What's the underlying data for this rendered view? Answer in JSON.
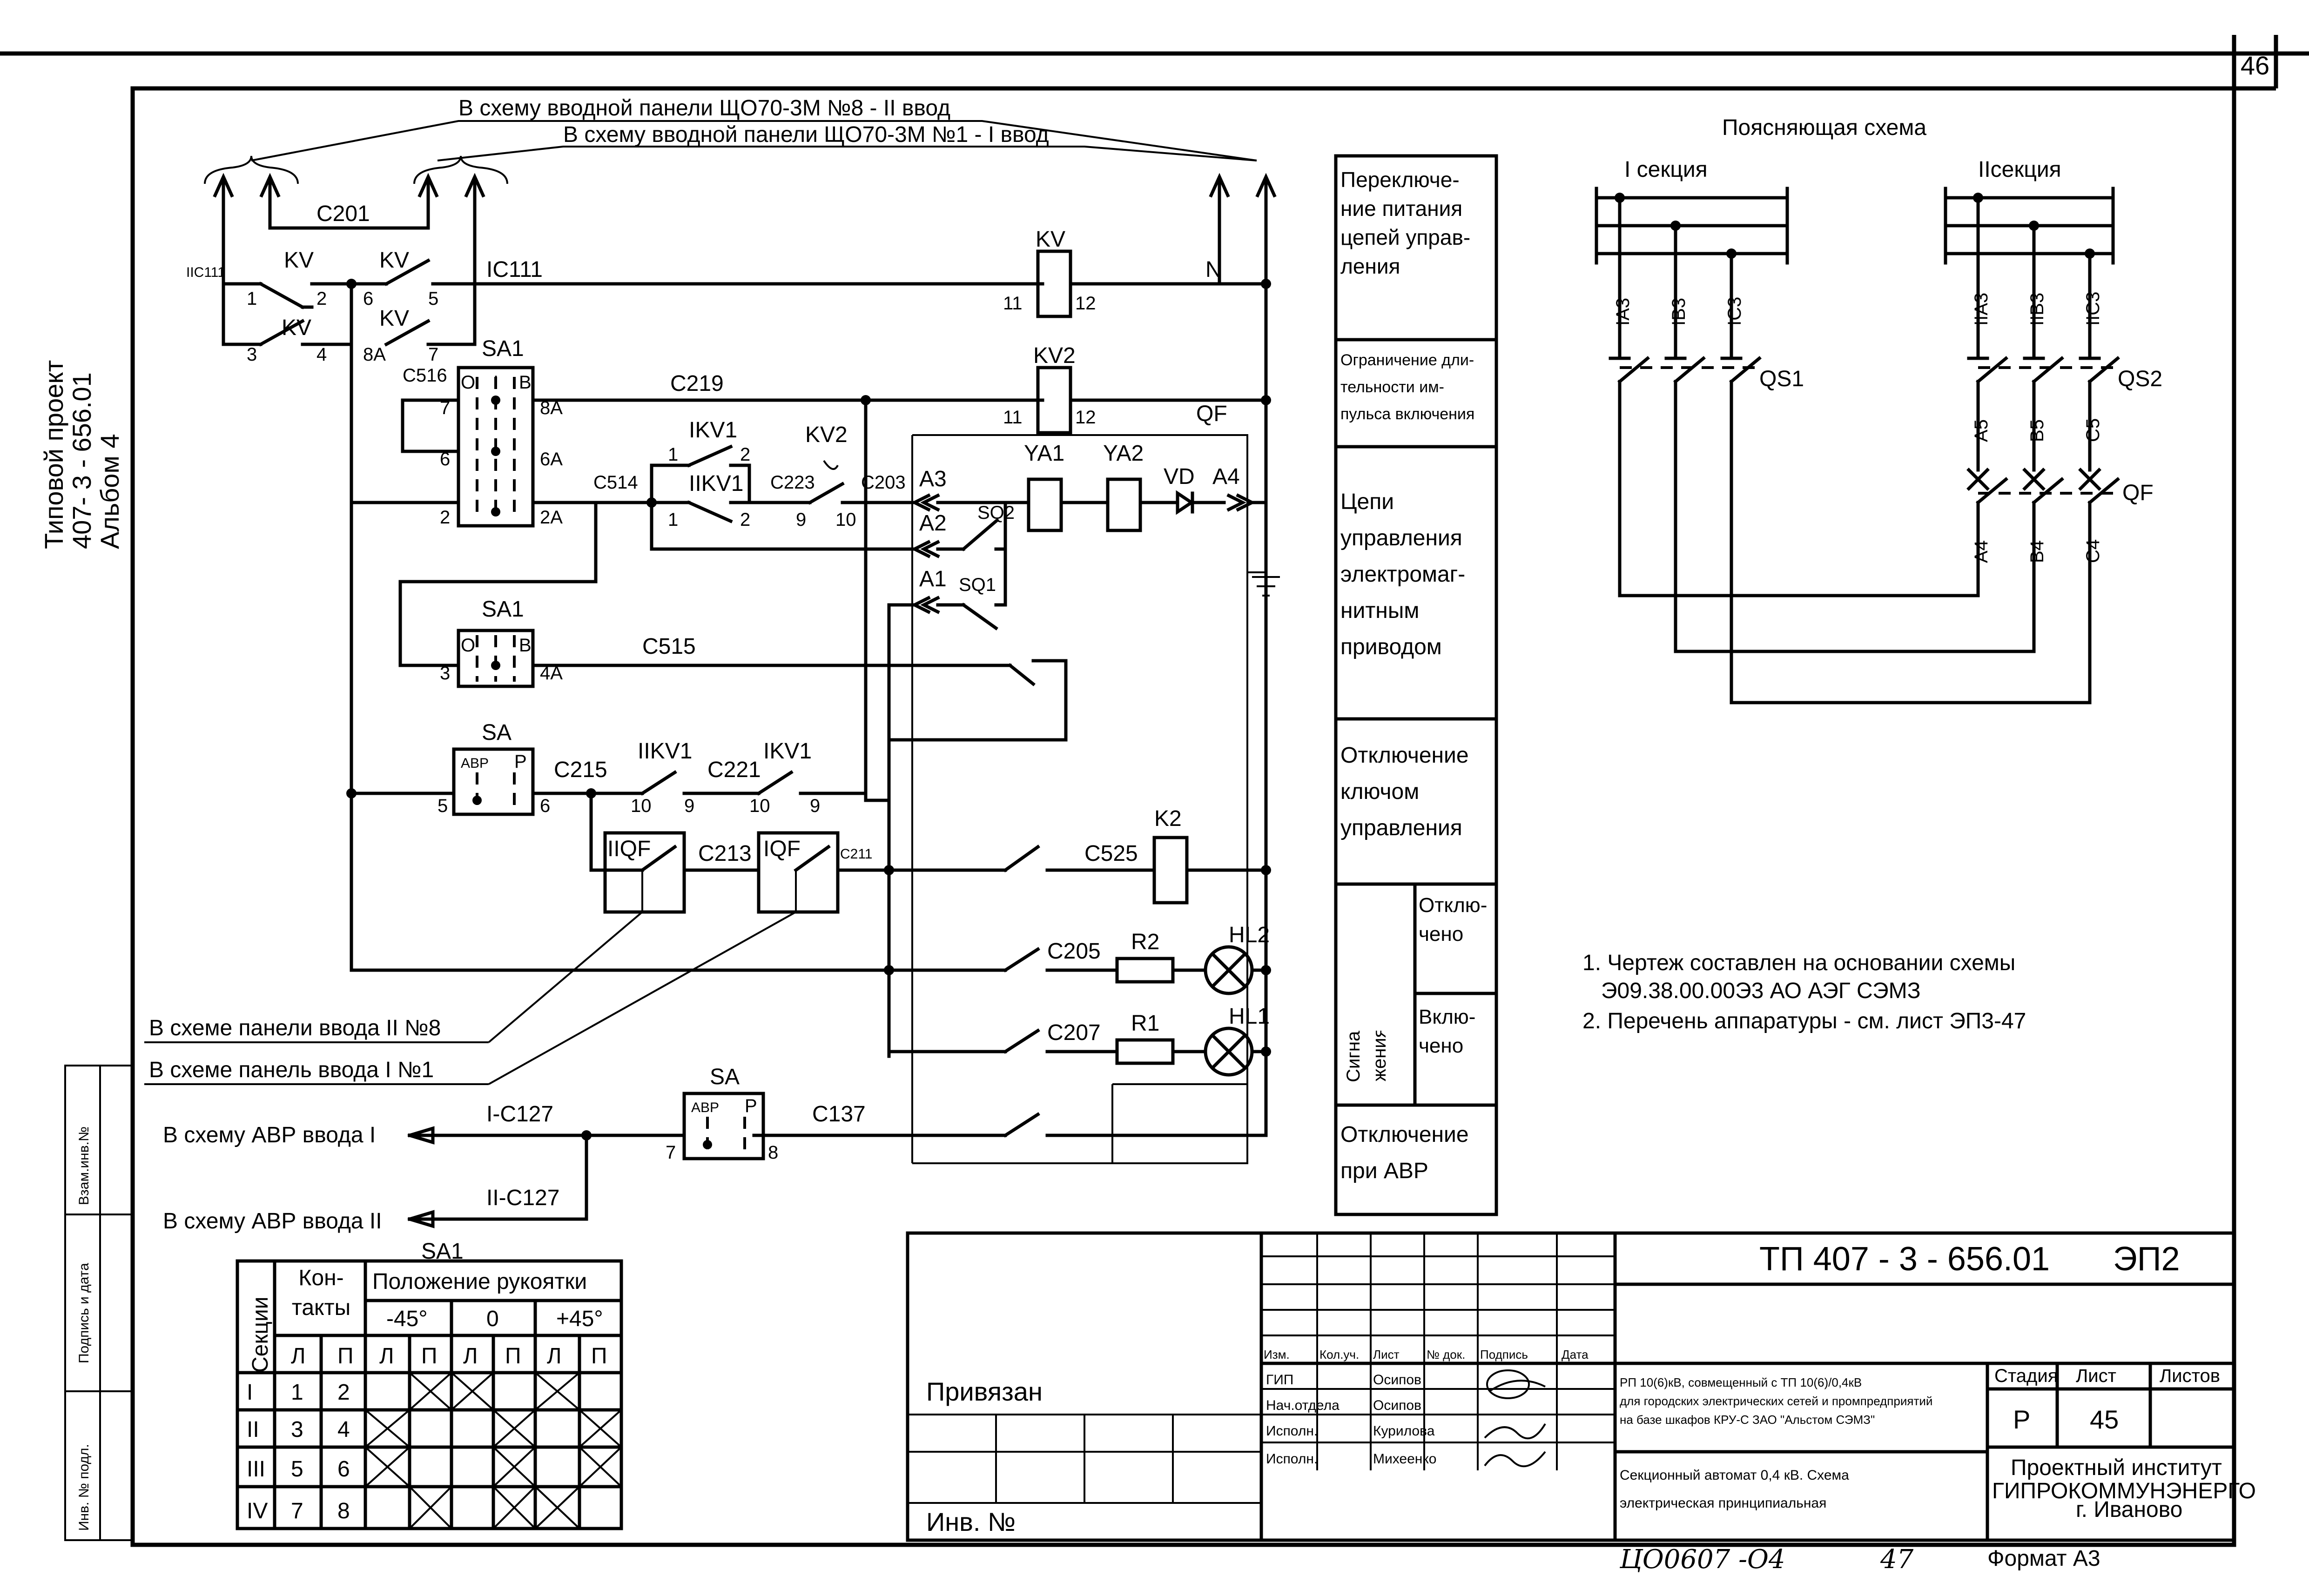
{
  "sheet_number": "46",
  "side_stamp": {
    "line1": "Типовой проект",
    "line2": "407- 3 - 656.01",
    "line3": "Альбом 4",
    "field_vzam": "Взам.инв.№",
    "field_podpis": "Подпись и дата",
    "field_inv": "Инв. № подл."
  },
  "top_labels": {
    "panel8": "В схему вводной панели ЩО70-3М №8 - II ввод",
    "panel1": "В схему вводной панели ЩО70-3М №1 - I ввод"
  },
  "wire_labels": {
    "c201": "C201",
    "iic111": "IIC111",
    "ic111": "IC111",
    "n": "N",
    "c516": "C516",
    "c219": "C219",
    "qf": "QF",
    "c514": "C514",
    "c223": "C223",
    "c203": "C203",
    "c515": "C515",
    "c215": "C215",
    "c221": "C221",
    "c213": "C213",
    "c211": "C211",
    "c525": "C525",
    "c205": "C205",
    "c207": "C207",
    "c137": "C137",
    "ic127": "I-C127",
    "iic127": "II-C127"
  },
  "components": {
    "kv": "KV",
    "kv2": "KV2",
    "sa1": "SA1",
    "sa": "SA",
    "ikv1": "IKV1",
    "iikv1": "IIKV1",
    "ya1": "YA1",
    "ya2": "YA2",
    "vd": "VD",
    "sq1": "SQ1",
    "sq2": "SQ2",
    "k2": "K2",
    "r1": "R1",
    "r2": "R2",
    "hl1": "HL1",
    "hl2": "HL2",
    "iqf": "IQF",
    "iiqf": "IIQF",
    "a1": "A1",
    "a2": "A2",
    "a3": "A3",
    "a4": "A4",
    "sa_abp": "АВР",
    "sa_r": "Р",
    "sa1_o": "О",
    "sa1_i": "I",
    "sa1_v": "В"
  },
  "terminals": [
    "1",
    "2",
    "3",
    "4",
    "5",
    "6",
    "7",
    "8",
    "6",
    "7",
    "8A",
    "6A",
    "2A",
    "4A",
    "2",
    "3",
    "5",
    "6",
    "7",
    "8",
    "9",
    "10",
    "11",
    "12"
  ],
  "external_labels": {
    "panel_ii": "В схеме панели ввода II №8",
    "panel_i": "В схеме панель ввода I №1",
    "avr_i": "В схему АВР ввода I",
    "avr_ii": "В схему АВР ввода II"
  },
  "function_column": [
    "Переключе-\nние питания\nцепей управ-\nления",
    "Ограничение дли-\nтельности им-\nпульса включения",
    "Цепи\nуправления\nэлектромаг-\nнитным\nприводом",
    "Отключение\nключом\nуправления",
    "Отклю-\nчено",
    "Вклю-\nчено",
    "Отключение\nпри АВР"
  ],
  "signal_group": "Сигнализация поло-\nжения выключателя",
  "explanatory": {
    "title": "Поясняющая схема",
    "section1": "I секция",
    "section2": "IIсекция",
    "labels": [
      "IA3",
      "IB3",
      "IC3",
      "IIA3",
      "IIB3",
      "IIC3",
      "A5",
      "B5",
      "C5",
      "A4",
      "B4",
      "C4"
    ],
    "qs1": "QS1",
    "qs2": "QS2",
    "qf": "QF"
  },
  "notes": [
    "1. Чертеж составлен на основании схемы",
    "Э09.38.00.00Э3 АО АЭГ СЭМЗ",
    "2. Перечень аппаратуры - см. лист ЭП3-47"
  ],
  "sa1_table": {
    "title": "SA1",
    "header_sections": "Секции",
    "header_contacts": "Кон-\nтакты",
    "header_position": "Положение рукоятки",
    "positions": [
      "-45°",
      "0",
      "+45°"
    ],
    "lr": [
      "Л",
      "П"
    ],
    "rows": [
      {
        "section": "I",
        "l": "1",
        "r": "2",
        "marks": [
          false,
          true,
          true,
          false,
          true,
          false
        ]
      },
      {
        "section": "II",
        "l": "3",
        "r": "4",
        "marks": [
          true,
          false,
          false,
          true,
          false,
          true
        ]
      },
      {
        "section": "III",
        "l": "5",
        "r": "6",
        "marks": [
          true,
          false,
          false,
          true,
          false,
          true
        ]
      },
      {
        "section": "IV",
        "l": "7",
        "r": "8",
        "marks": [
          false,
          true,
          false,
          true,
          true,
          false
        ]
      }
    ]
  },
  "title_block": {
    "doc_code": "ТП  407 - 3 - 656.01",
    "doc_sheet_code": "ЭП2",
    "privyazan": "Привязан",
    "inv_no": "Инв. №",
    "headers": [
      "Изм.",
      "Кол.уч.",
      "Лист",
      "№ док.",
      "Подпись",
      "Дата"
    ],
    "roles": [
      {
        "role": "ГИП",
        "name": "Осипов"
      },
      {
        "role": "Нач.отдела",
        "name": "Осипов"
      },
      {
        "role": "Исполн.",
        "name": "Курилова"
      },
      {
        "role": "Исполн.",
        "name": "Михеенко"
      }
    ],
    "object_line1": "РП 10(6)кВ, совмещенный с ТП 10(6)/0,4кВ",
    "object_line2": "для городских электрических сетей и промпредприятий",
    "object_line3": "на базе шкафов КРУ-С ЗАО \"Альстом СЭМЗ\"",
    "sheet_title1": "Секционный автомат 0,4 кВ. Схема",
    "sheet_title2": "электрическая принципиальная",
    "stage_h": "Стадия",
    "sheet_h": "Лист",
    "sheets_h": "Листов",
    "stage": "Р",
    "sheet": "45",
    "org1": "Проектный институт",
    "org2": "ГИПРОКОММУНЭНЕРГО",
    "org3": "г. Иваново",
    "handwritten_code": "ЦО0607 -О4",
    "handwritten_sheet": "47",
    "format": "Формат А3"
  }
}
